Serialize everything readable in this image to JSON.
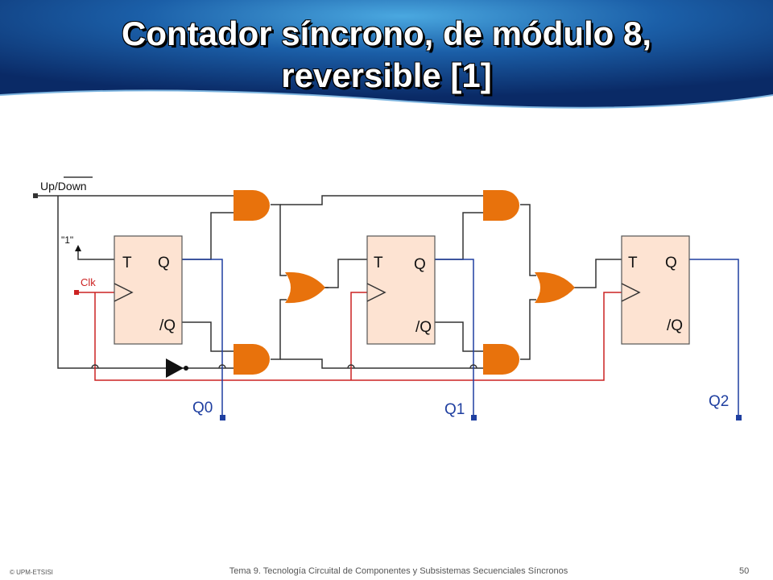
{
  "slide": {
    "title_line_1": "Contador síncrono, de módulo 8,",
    "title_line_2": "reversible [1]"
  },
  "diagram": {
    "updown_label_a": "Up/",
    "updown_label_b": "Down",
    "one_label": "\"1\"",
    "clk_label": "Clk",
    "flipflops": [
      {
        "t": "T",
        "q": "Q",
        "nq": "/Q"
      },
      {
        "t": "T",
        "q": "Q",
        "nq": "/Q"
      },
      {
        "t": "T",
        "q": "Q",
        "nq": "/Q"
      }
    ],
    "outputs": [
      "Q0",
      "Q1",
      "Q2"
    ],
    "colors": {
      "gate_fill": "#e8720c",
      "ff_fill": "#fde3d2",
      "wire_main": "#333333",
      "wire_clock": "#cc2222",
      "wire_output": "#1f3fa0"
    }
  },
  "footer": {
    "left": "© UPM-ETSISI",
    "center": "Tema 9. Tecnología Circuital de Componentes y Subsistemas Secuenciales Síncronos",
    "page": "50"
  }
}
